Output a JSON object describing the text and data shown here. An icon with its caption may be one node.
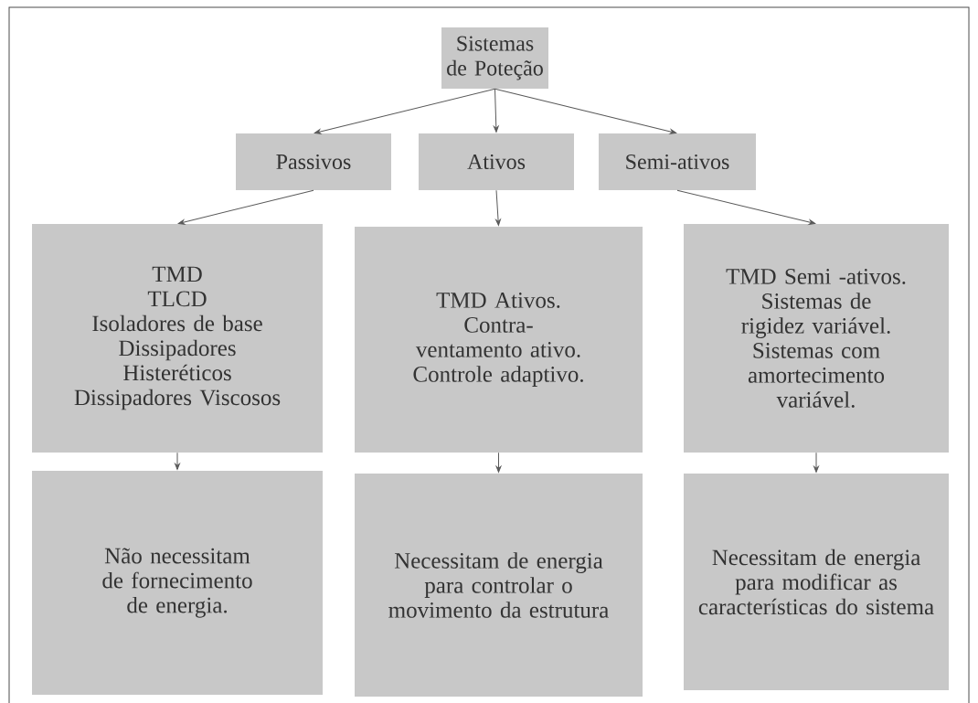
{
  "diagram": {
    "nodes": [
      {
        "text": [
          "Sistemas de Poteção"
        ]
      },
      {
        "text": [
          "Passivos"
        ]
      },
      {
        "text": [
          "Ativos"
        ]
      },
      {
        "text": [
          "Semi-ativos"
        ]
      },
      {
        "text": [
          "TMD",
          "TLCD",
          "Isoladores de base",
          "Dissipadores Histeréticos",
          "Dissipadores Viscosos"
        ]
      },
      {
        "text": [
          "TMD Ativos.",
          "Contra-ventamento ativo.",
          "Controle adaptivo."
        ]
      },
      {
        "text": [
          "TMD Semi -ativos.",
          "Sistemas de rigidez variável.",
          "Sistemas com amortecimento variável."
        ]
      },
      {
        "text": [
          "Não necessitam de fornecimento de energia."
        ]
      },
      {
        "text": [
          "Necessitam de energia para controlar o movimento da estrutura"
        ]
      },
      {
        "text": [
          "Necessitam de energia para modificar as características do sistema"
        ]
      }
    ],
    "edges": [
      {
        "from": 0,
        "to": 1,
        "arrow": "to"
      },
      {
        "from": 0,
        "to": 2,
        "arrow": "to"
      },
      {
        "from": 0,
        "to": 3,
        "arrow": "to"
      },
      {
        "from": 1,
        "to": 4,
        "arrow": "to"
      },
      {
        "from": 2,
        "to": 5,
        "arrow": "to"
      },
      {
        "from": 3,
        "to": 6,
        "arrow": "to"
      },
      {
        "from": 4,
        "to": 7,
        "arrow": "to"
      },
      {
        "from": 5,
        "to": 8,
        "arrow": "to"
      },
      {
        "from": 6,
        "to": 9,
        "arrow": "to"
      }
    ]
  }
}
